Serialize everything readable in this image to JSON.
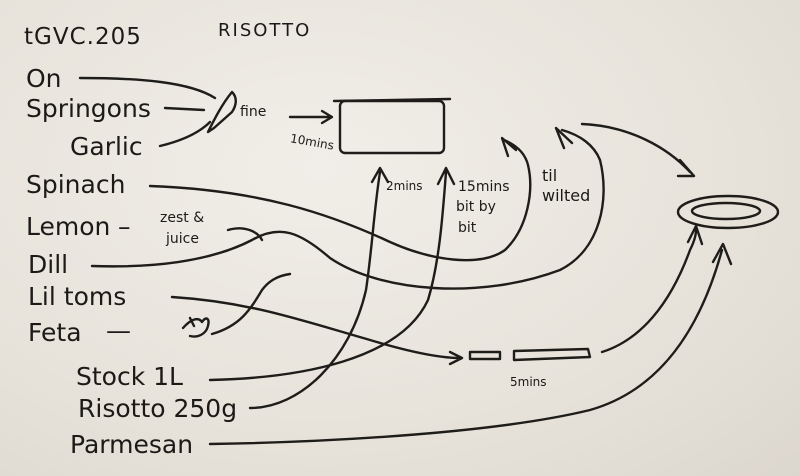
{
  "header": {
    "code": "tGVC.205",
    "dish": "RISOTTO"
  },
  "ingredients": {
    "onion": "On",
    "spring_onions": "Springons",
    "garlic": "Garlic",
    "spinach": "Spinach",
    "lemon": "Lemon",
    "dill": "Dill",
    "lil_toms": "Lil toms",
    "feta": "Feta",
    "stock": "Stock 1L",
    "risotto": "Risotto 250g",
    "parmesan": "Parmesan"
  },
  "notes": {
    "fine": "fine",
    "ten_mins": "10mins",
    "two_mins": "2mins",
    "fifteen_mins": "15mins",
    "bit_by": "bit by",
    "bit": "bit",
    "til": "til",
    "wilted": "wilted",
    "lemon_dash": "–",
    "zest": "zest &",
    "juice": "juice",
    "feta_dash": "—",
    "five_mins": "5mins"
  }
}
